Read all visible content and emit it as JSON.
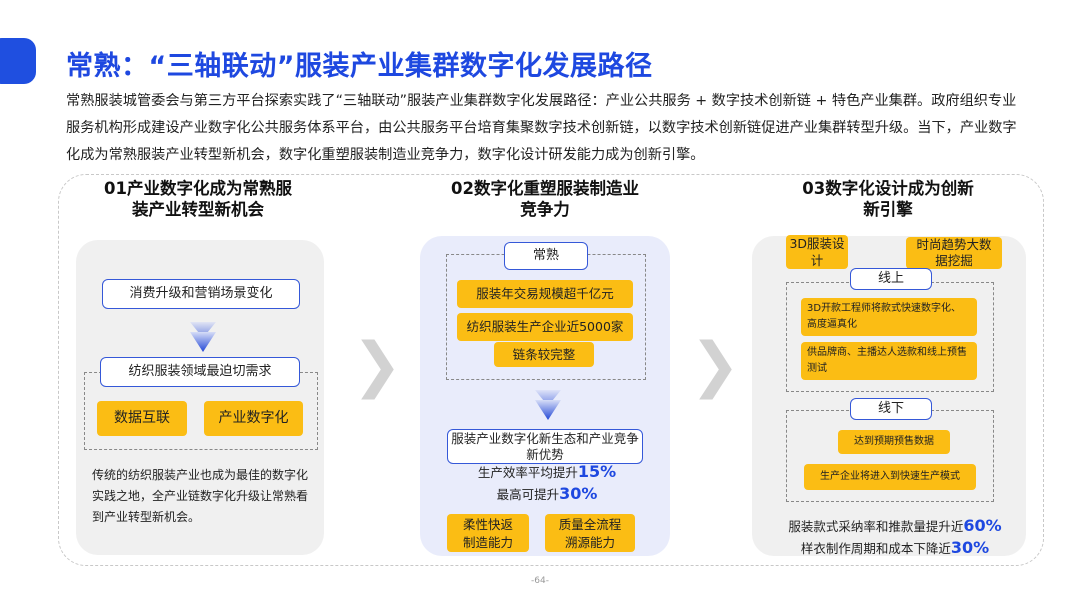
{
  "title": "常熟：“三轴联动”服装产业集群数字化发展路径",
  "intro": "常熟服装城管委会与第三方平台探索实践了“三轴联动”服装产业集群数字化发展路径：产业公共服务 + 数字技术创新链 + 特色产业集群。政府组织专业服务机构形成建设产业数字化公共服务体系平台，由公共服务平台培育集聚数字技术创新链，以数字技术创新链促进产业集群转型升级。当下，产业数字化成为常熟服装产业转型新机会，数字化重塑服装制造业竞争力，数字化设计研发能力成为创新引擎。",
  "col1": {
    "title_line1": "01产业数字化成为常熟服",
    "title_line2": "装产业转型新机会",
    "box1": "消费升级和营销场景变化",
    "box2": "纺织服装领域最迫切需求",
    "tag1": "数据互联",
    "tag2": "产业数字化",
    "note": "传统的纺织服装产业也成为最佳的数字化实践之地，全产业链数字化升级让常熟看到产业转型新机会。"
  },
  "col2": {
    "title_line1": "02数字化重塑服装制造业",
    "title_line2": "竞争力",
    "header": "常熟",
    "items": [
      "服装年交易规模超千亿元",
      "纺织服装生产企业近5000家",
      "链条较完整"
    ],
    "result_box": "服装产业数字化新生态和产业竞争新优势",
    "stat1_label": "生产效率平均提升",
    "stat1_value": "15%",
    "stat2_label": "最高可提升",
    "stat2_value": "30%",
    "tag1": "柔性快返制造能力",
    "tag2": "质量全流程溯源能力"
  },
  "col3": {
    "title_line1": "03数字化设计成为创新",
    "title_line2": "新引擎",
    "tag_left": "3D服装设计",
    "tag_right": "时尚趋势大数据挖掘",
    "online_label": "线上",
    "online_items": [
      "3D开款工程师将款式快速数字化、高度逼真化",
      "供品牌商、主播达人选款和线上预售测试"
    ],
    "offline_label": "线下",
    "offline_items": [
      "达到预期预售数据",
      "生产企业将进入到快速生产模式"
    ],
    "stat1_label": "服装款式采纳率和推款量提升近",
    "stat1_value": "60%",
    "stat2_label": "样衣制作周期和成本下降近",
    "stat2_value": "30%"
  },
  "footer": "-64-",
  "colors": {
    "accent": "#1e48e0",
    "highlight": "#fbbd14"
  }
}
